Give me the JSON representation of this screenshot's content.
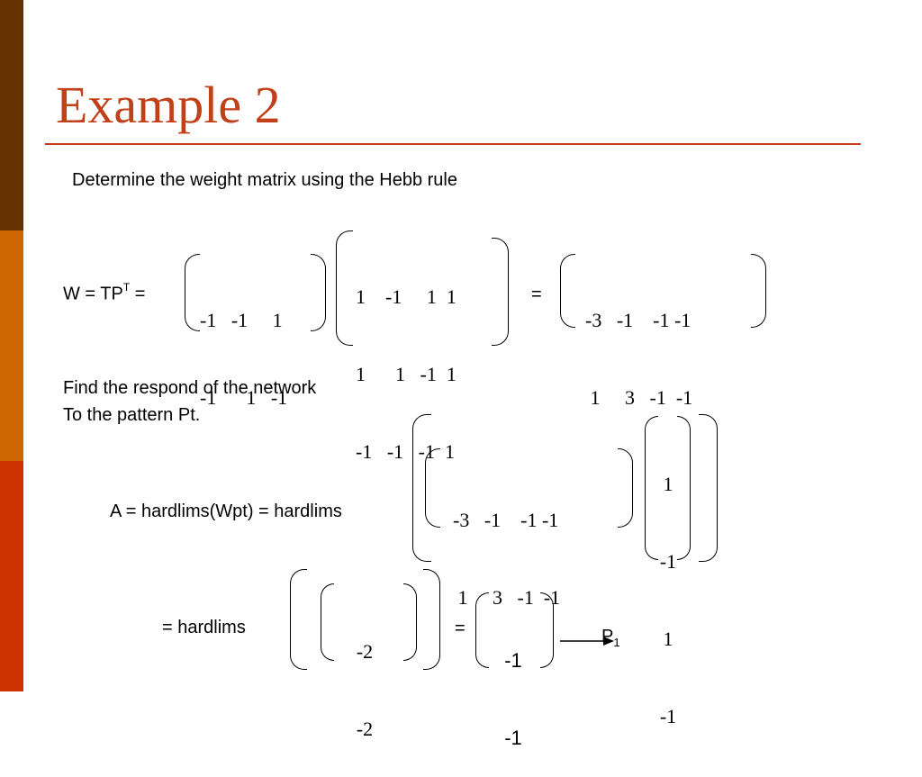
{
  "slide": {
    "title": "Example 2",
    "instruction": "Determine the weight matrix using the Hebb rule",
    "w_label": "W = TP",
    "w_sup": "T",
    "w_eq": " =",
    "eq": "=",
    "matrix_t": [
      "-1   -1     1",
      "-1      1   -1"
    ],
    "matrix_pt": [
      "1    -1     1  1",
      "1      1   -1  1",
      "-1   -1   -1  1"
    ],
    "matrix_w": [
      "-3   -1    -1 -1",
      " 1     3   -1  -1"
    ],
    "find_line1": "Find the respond of the network",
    "find_line2": "To the pattern Pt.",
    "a_label": "A = hardlims(Wpt) = hardlims",
    "matrix_w2": [
      "-3   -1    -1 -1",
      " 1     3   -1  -1"
    ],
    "vector_pt": [
      "1",
      "-1",
      "1",
      "-1"
    ],
    "hardlims_label": "= hardlims",
    "vector_wp": [
      "-2",
      "-2"
    ],
    "eq2": "=",
    "result": [
      "-1",
      "-1"
    ],
    "p_label": "P",
    "p_sub": "1"
  }
}
